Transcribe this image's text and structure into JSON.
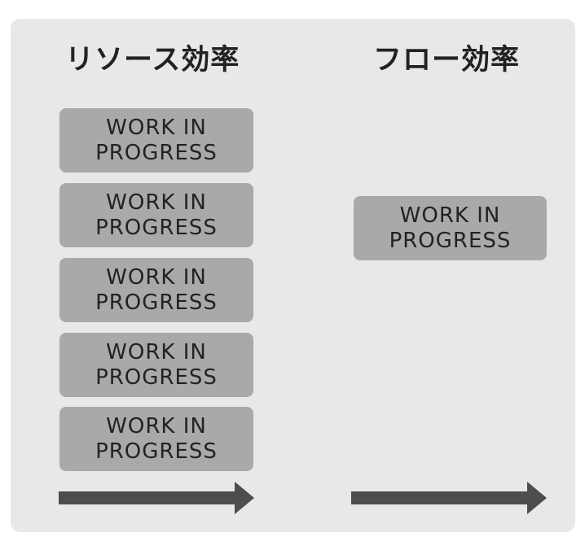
{
  "columns": {
    "left": {
      "title": "リソース効率",
      "items": [
        {
          "line1": "WORK IN",
          "line2": "PROGRESS"
        },
        {
          "line1": "WORK IN",
          "line2": "PROGRESS"
        },
        {
          "line1": "WORK IN",
          "line2": "PROGRESS"
        },
        {
          "line1": "WORK IN",
          "line2": "PROGRESS"
        },
        {
          "line1": "WORK IN",
          "line2": "PROGRESS"
        }
      ]
    },
    "right": {
      "title": "フロー効率",
      "items": [
        {
          "line1": "WORK IN",
          "line2": "PROGRESS"
        }
      ]
    }
  },
  "colors": {
    "panel": "#e8e8e9",
    "box": "#a9a9ac",
    "arrow": "#4d4d4f",
    "text": "#222222"
  }
}
